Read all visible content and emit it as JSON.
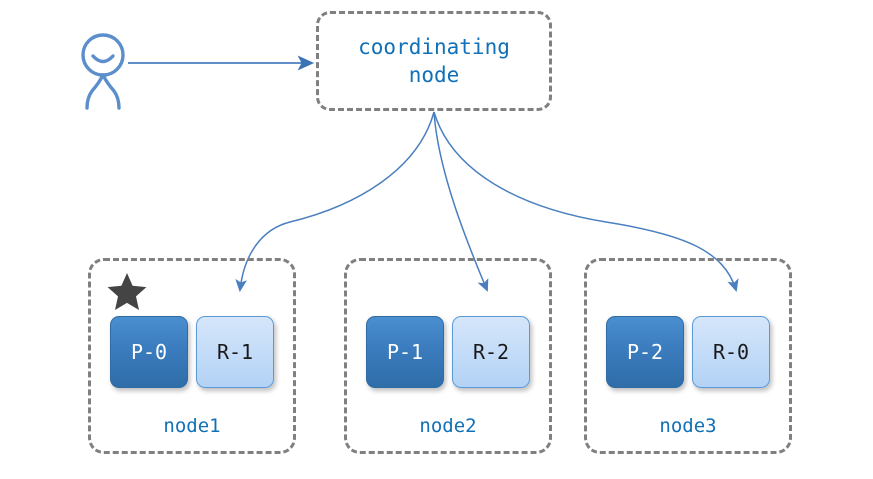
{
  "diagram": {
    "title_text": "coordinating\nnode",
    "colors": {
      "accent_blue": "#1070B8",
      "arrow_blue": "#4a7fbf",
      "primary_shard": "#2e6da8",
      "replica_shard": "#c3dcf8",
      "group_border": "#808080",
      "star": "#444444",
      "background": "#ffffff"
    }
  },
  "actor": {
    "icon": "person-icon",
    "request_arrow": "request-arrow"
  },
  "coordinator": {
    "label": "coordinating\nnode",
    "name": "coordinating-node"
  },
  "nodes": [
    {
      "id": "node1",
      "label": "node1",
      "starred": true,
      "star_icon": "star-icon",
      "shards": [
        {
          "label": "P-0",
          "kind": "primary"
        },
        {
          "label": "R-1",
          "kind": "replica"
        }
      ]
    },
    {
      "id": "node2",
      "label": "node2",
      "starred": false,
      "star_icon": "",
      "shards": [
        {
          "label": "P-1",
          "kind": "primary"
        },
        {
          "label": "R-2",
          "kind": "replica"
        }
      ]
    },
    {
      "id": "node3",
      "label": "node3",
      "starred": false,
      "star_icon": "",
      "shards": [
        {
          "label": "P-2",
          "kind": "primary"
        },
        {
          "label": "R-0",
          "kind": "replica"
        }
      ]
    }
  ],
  "arrows": [
    {
      "name": "arrow-user-to-coordinator",
      "from": "user",
      "to": "coordinating-node"
    },
    {
      "name": "arrow-coordinator-to-node1-replica",
      "from": "coordinating-node",
      "to": "R-1"
    },
    {
      "name": "arrow-coordinator-to-node2-replica",
      "from": "coordinating-node",
      "to": "R-2"
    },
    {
      "name": "arrow-coordinator-to-node3-replica",
      "from": "coordinating-node",
      "to": "R-0"
    }
  ]
}
